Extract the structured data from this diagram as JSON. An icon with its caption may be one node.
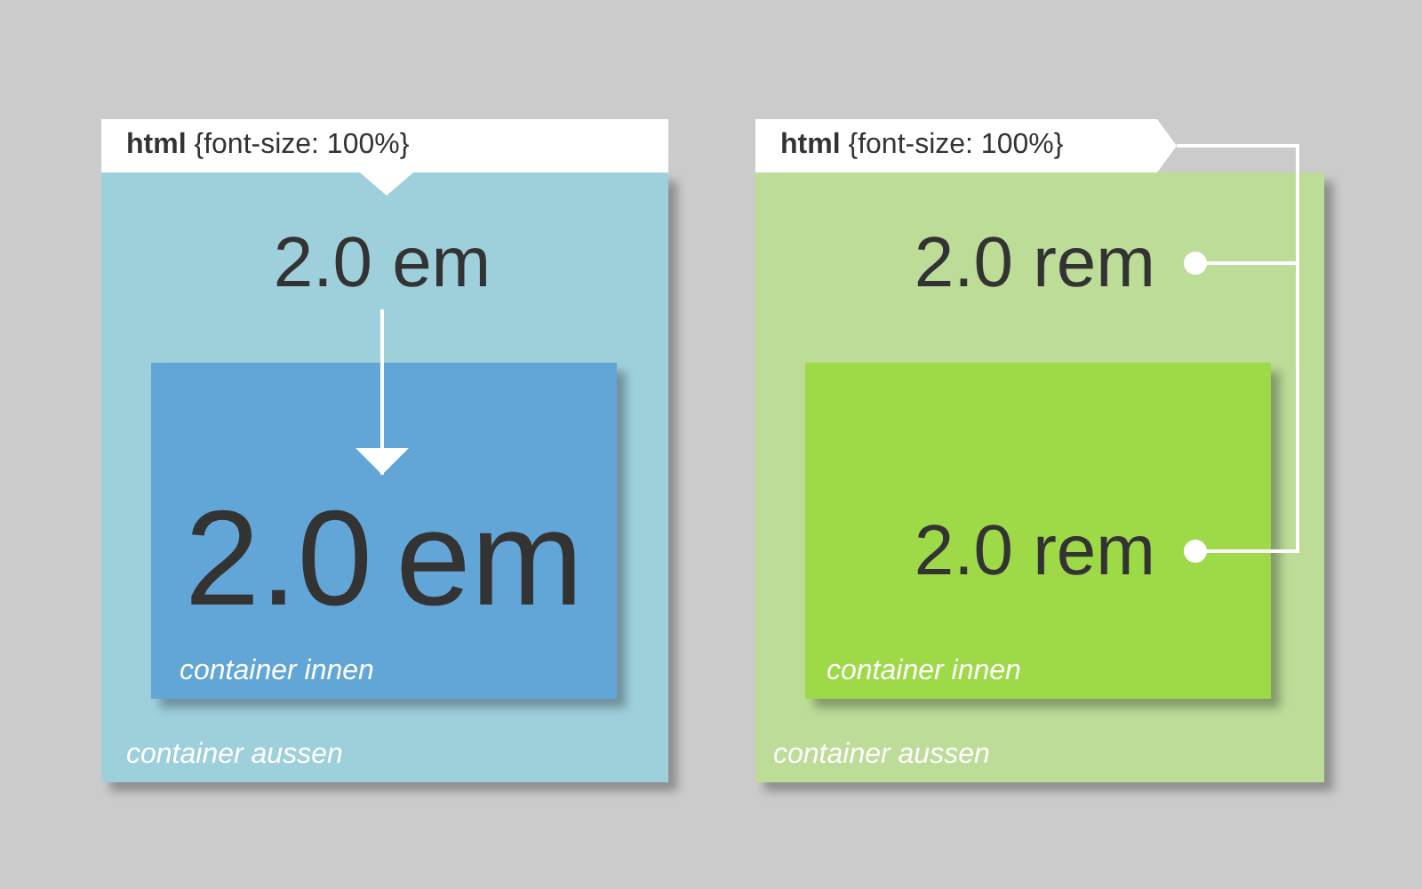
{
  "diagram": {
    "nodes": [
      {
        "text": [
          "**html** {font-size: 100%}"
        ]
      },
      {
        "text": [
          "container aussen"
        ]
      },
      {
        "text": [
          "2.0 em"
        ],
        "in": 1
      },
      {
        "text": [
          "container innen"
        ],
        "in": 1
      },
      {
        "text": [
          "2.0 em"
        ],
        "in": 3
      },
      {
        "text": [
          "**html** {font-size: 100%}"
        ]
      },
      {
        "text": [
          "container aussen"
        ]
      },
      {
        "text": [
          "2.0 rem"
        ],
        "in": 6
      },
      {
        "text": [
          "container innen"
        ],
        "in": 6
      },
      {
        "text": [
          "2.0 rem"
        ],
        "in": 8
      }
    ],
    "edges": [
      {
        "from": 2,
        "to": 4,
        "arrow": "to"
      },
      {
        "from": 5,
        "to": 7,
        "arrow": "other"
      },
      {
        "from": 5,
        "to": 9,
        "arrow": "other"
      }
    ]
  }
}
